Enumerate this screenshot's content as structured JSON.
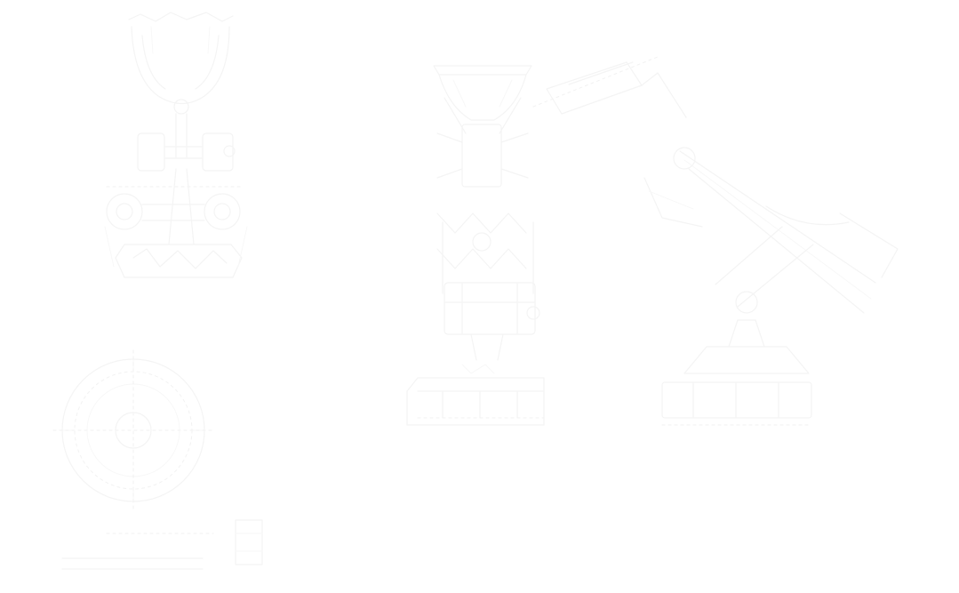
{
  "drawing": {
    "background": "#ffffff",
    "line_color": "#f4f4f4",
    "components": [
      {
        "name": "angle-valve-assembly"
      },
      {
        "name": "flange-disc"
      },
      {
        "name": "base-plate-block"
      },
      {
        "name": "cup-valve-column"
      },
      {
        "name": "inclined-pipe-fitting"
      }
    ]
  }
}
